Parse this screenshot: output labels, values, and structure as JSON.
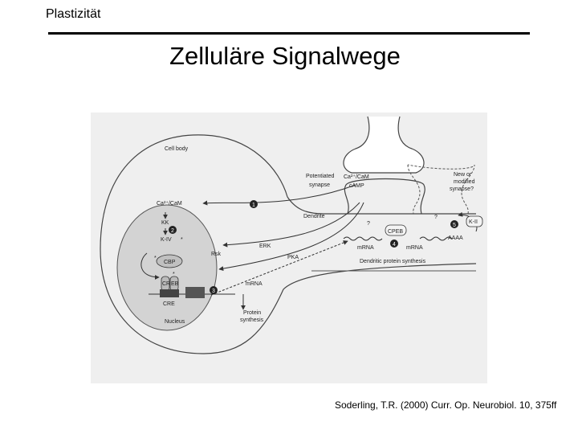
{
  "header": {
    "label": "Plastizität"
  },
  "title": "Zelluläre Signalwege",
  "figure": {
    "labels": {
      "cell_body": "Cell body",
      "potentiated_synapse_1": "Potentiated",
      "potentiated_synapse_2": "synapse",
      "ca_cam_top": "Ca²⁺/CaM",
      "camp": "cAMP",
      "new_synapse_1": "New or",
      "new_synapse_2": "modified",
      "new_synapse_3": "synapse?",
      "ca_cam_nucleus": "Ca²⁺/CaM",
      "kk": "KK",
      "kiv": "K-IV",
      "dendrite": "Dendrite",
      "cpeb": "CPEB",
      "kii": "K-II",
      "aaaa": "AAAA",
      "mrna_dendrite_left": "mRNA",
      "mrna_dendrite_right": "mRNA",
      "erk": "ERK",
      "rsk": "Rsk",
      "pka": "PKA",
      "dendritic_protein_synthesis": "Dendritic protein synthesis",
      "cbp": "CBP",
      "creb_left": "CR",
      "creb_right": "EB",
      "cre": "CRE",
      "mrna_nucleus": "mRNA",
      "protein_synthesis_1": "Protein",
      "protein_synthesis_2": "synthesis",
      "nucleus": "Nucleus",
      "qmark_1": "?",
      "qmark_2": "?",
      "star_1": "*",
      "star_2": "*",
      "star_3": "*",
      "step_1": "1",
      "step_2": "2",
      "step_3": "3",
      "step_4": "4",
      "step_5": "5"
    }
  },
  "citation": "Soderling, T.R. (2000) Curr. Op. Neurobiol. 10, 375ff"
}
